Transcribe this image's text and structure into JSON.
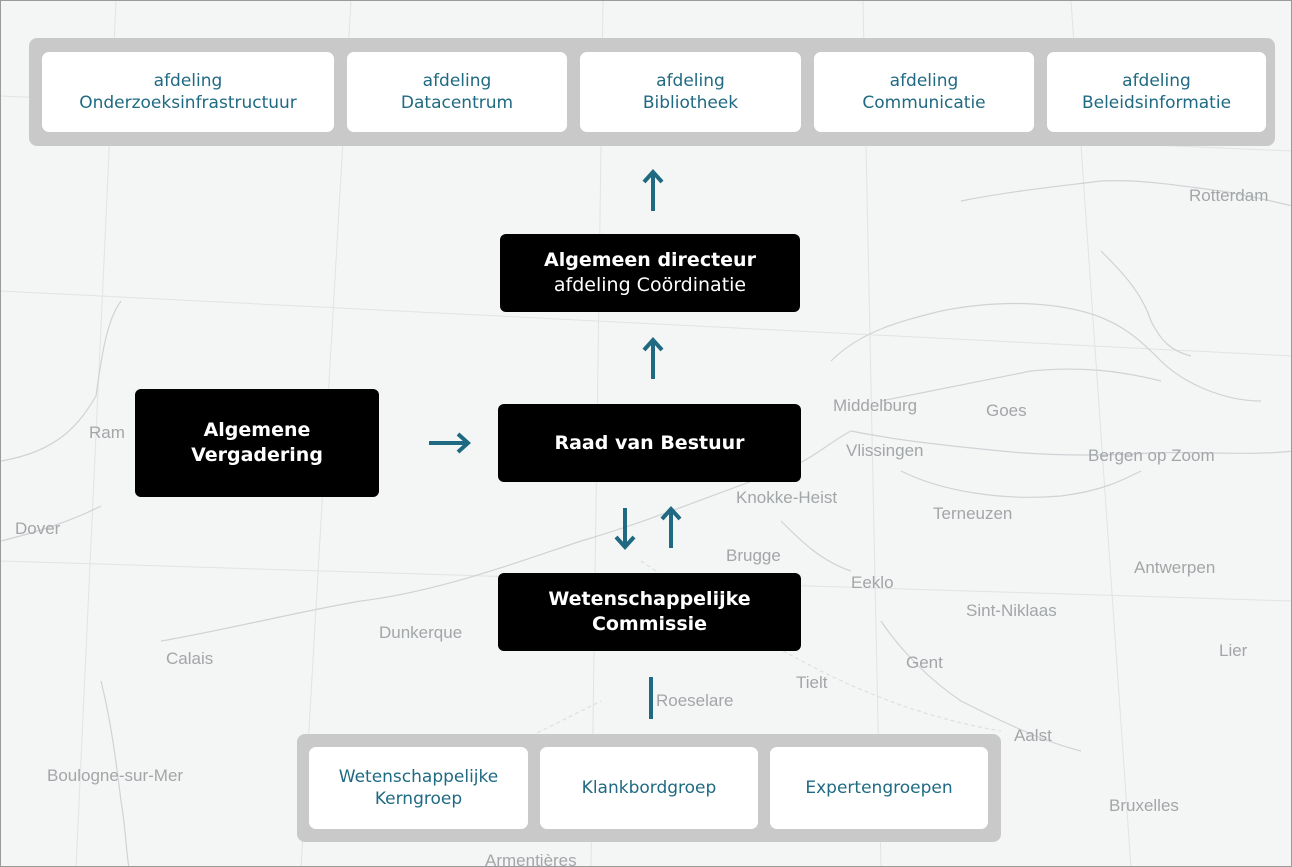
{
  "departments": [
    {
      "line1": "afdeling",
      "line2": "Onderzoeksinfrastructuur"
    },
    {
      "line1": "afdeling",
      "line2": "Datacentrum"
    },
    {
      "line1": "afdeling",
      "line2": "Bibliotheek"
    },
    {
      "line1": "afdeling",
      "line2": "Communicatie"
    },
    {
      "line1": "afdeling",
      "line2": "Beleidsinformatie"
    }
  ],
  "director": {
    "title": "Algemeen directeur",
    "subtitle": "afdeling Coördinatie"
  },
  "assembly": {
    "line1": "Algemene",
    "line2": "Vergadering"
  },
  "board": {
    "title": "Raad van Bestuur"
  },
  "commission": {
    "line1": "Wetenschappelijke",
    "line2": "Commissie"
  },
  "groups": [
    {
      "line1": "Wetenschappelijke",
      "line2": "Kerngroep"
    },
    {
      "line1": "Klankbordgroep",
      "line2": ""
    },
    {
      "line1": "Expertengroepen",
      "line2": ""
    }
  ],
  "map_places": [
    "Rotterdam",
    "Middelburg",
    "Goes",
    "Vlissingen",
    "Bergen op Zoom",
    "Ram",
    "Knokke-Heist",
    "Terneuzen",
    "Dover",
    "Brugge",
    "Antwerpen",
    "Eeklo",
    "Sint-Niklaas",
    "Dunkerque",
    "Calais",
    "Gent",
    "Lier",
    "Tielt",
    "Roeselare",
    "Aalst",
    "Boulogne-sur-Mer",
    "Bruxelles",
    "Armentières"
  ],
  "colors": {
    "accent": "#1f6a82",
    "box_bg": "#000000",
    "panel_bg": "#c9c9c9",
    "map_bg": "#f4f5f5"
  }
}
